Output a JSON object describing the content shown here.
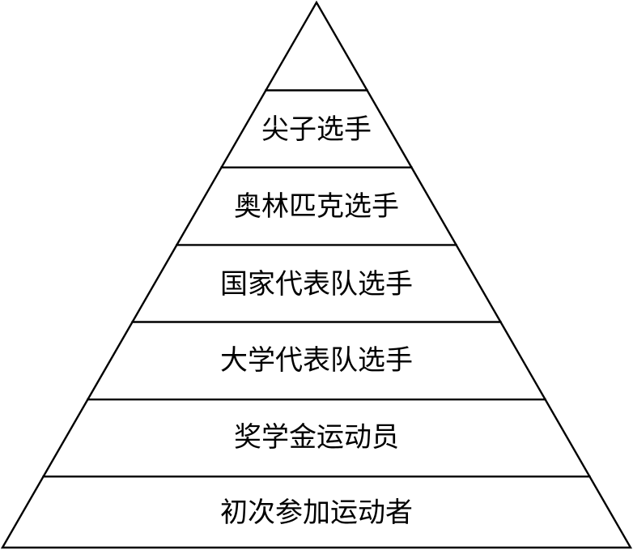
{
  "diagram": {
    "type": "pyramid",
    "tiers_top_to_bottom": [
      {
        "label": ""
      },
      {
        "label": "尖子选手"
      },
      {
        "label": "奥林匹克选手"
      },
      {
        "label": "国家代表队选手"
      },
      {
        "label": "大学代表队选手"
      },
      {
        "label": "奖学金运动员"
      },
      {
        "label": "初次参加运动者"
      }
    ]
  }
}
